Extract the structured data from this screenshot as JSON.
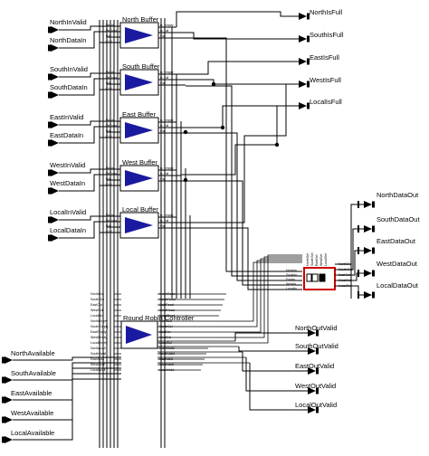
{
  "diagram": {
    "buffers": [
      {
        "title": "North Buffer",
        "in_valid": "NorthInValid",
        "data_in": "NorthDataIn"
      },
      {
        "title": "South Buffer",
        "in_valid": "SouthInValid",
        "data_in": "SouthDataIn"
      },
      {
        "title": "East Buffer",
        "in_valid": "EastInValid",
        "data_in": "EastDataIn"
      },
      {
        "title": "West Buffer",
        "in_valid": "WestInValid",
        "data_in": "WestDataIn"
      },
      {
        "title": "Local Buffer",
        "in_valid": "LocalInValid",
        "data_in": "LocalDataIn"
      }
    ],
    "buffer_ports": {
      "in": [
        "WrVal",
        "WrData",
        "Rd",
        "CLK"
      ],
      "out": [
        "is_empty",
        "is_full",
        "Out"
      ]
    },
    "full_outputs": [
      "NorthIsFull",
      "SouthIsFull",
      "EastIsFull",
      "WestIsFull",
      "LocalIsFull"
    ],
    "router": {
      "title": "Round Robin Controller",
      "in_ports": [
        "NorthOut",
        "SouthOut",
        "EastOut",
        "WestOut",
        "LocalOut",
        "NorthEmpty",
        "SouthEmpty",
        "EastEmpty",
        "WestEmpty",
        "LocalEmpty",
        "NorthAvail",
        "SouthAvail",
        "EastAvail",
        "WestAvail",
        "LocalAvail"
      ],
      "out_ports": [
        "NorthRead",
        "SouthRead",
        "EastRead",
        "WestRead",
        "LocalRead",
        "NorthSel",
        "SouthSel",
        "EastSel",
        "WestSel",
        "LocalSel",
        "NorthValid",
        "SouthValid",
        "EastValid",
        "WestValid",
        "LocalValid"
      ]
    },
    "availables": [
      "NorthAvailable",
      "SouthAvailable",
      "EastAvailable",
      "WestAvailable",
      "LocalAvailable"
    ],
    "out_valids": [
      "NorthOutValid",
      "SouthOutValid",
      "EastOutValid",
      "WestOutValid",
      "LocalOutValid"
    ],
    "data_outs": [
      "NorthDataOut",
      "SouthDataOut",
      "EastDataOut",
      "WestDataOut",
      "LocalDataOut"
    ],
    "crossbar": {
      "in_ports": [
        "NorthIn",
        "SouthIn",
        "EastIn",
        "WestIn",
        "LocalIn"
      ],
      "sel_ports": [
        "NorthSel",
        "SouthSel",
        "EastSel",
        "WestSel",
        "LocalSel"
      ],
      "out_ports": [
        "NorthOut",
        "SouthOut",
        "EastOut",
        "WestOut",
        "LocalOut"
      ]
    },
    "colors": {
      "wire": "#000000",
      "block_fill": "#1a1aa0",
      "crossbar_border": "#cc0000"
    }
  }
}
